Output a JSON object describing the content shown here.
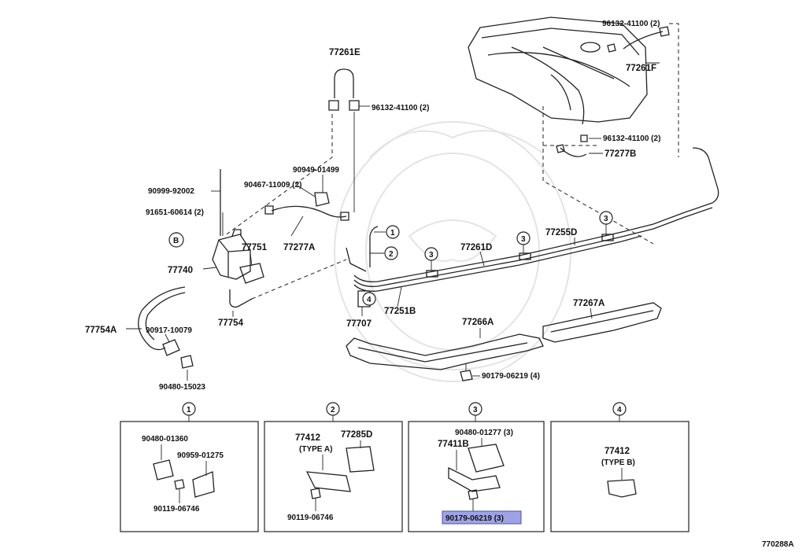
{
  "diagram_code": "770288A",
  "labels": {
    "p77261E": "77261E",
    "p96132_top": "96132-41100 (2)",
    "p96132_tr": "96132-41100 (2)",
    "p77261F": "77261F",
    "p96132_mid": "96132-41100 (2)",
    "p77277B": "77277B",
    "p90999": "90999-92002",
    "p91651": "91651-60614 (2)",
    "pB": "B",
    "p90949": "90949-01499",
    "p90467": "90467-11009 (2)",
    "p77751": "77751",
    "p77740": "77740",
    "p77277A": "77277A",
    "p77261D": "77261D",
    "p77255D": "77255D",
    "p77251B": "77251B",
    "p77707": "77707",
    "p77754A": "77754A",
    "p90917": "90917-10079",
    "p77754": "77754",
    "p90480_15023": "90480-15023",
    "p77266A": "77266A",
    "p77267A": "77267A",
    "p90179_4": "90179-06219 (4)"
  },
  "callouts": {
    "c1": "1",
    "c2": "2",
    "c3": "3",
    "c4": "4"
  },
  "detail_panels": {
    "panel1": {
      "number": "1",
      "a": "90480-01360",
      "b": "90959-01275",
      "c": "90119-06746"
    },
    "panel2": {
      "number": "2",
      "a": "77412",
      "a_sub": "(TYPE A)",
      "b": "77285D",
      "c": "90119-06746"
    },
    "panel3": {
      "number": "3",
      "a": "90480-01277 (3)",
      "b": "77411B",
      "c": "90179-06219 (3)"
    },
    "panel4": {
      "number": "4",
      "a": "77412",
      "a_sub": "(TYPE B)"
    }
  }
}
